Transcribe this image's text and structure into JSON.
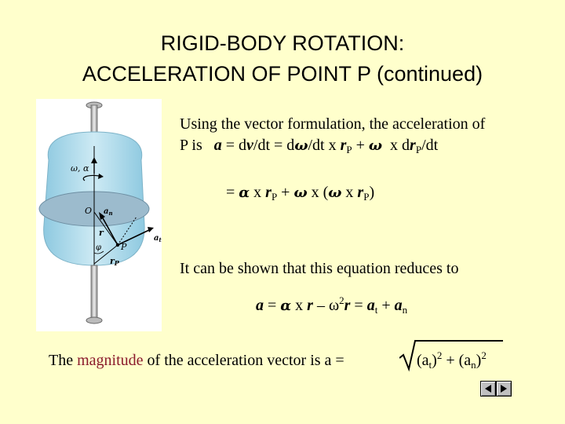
{
  "slide": {
    "title_line1": "RIGID-BODY ROTATION:",
    "title_line2_main": "ACCELERATION OF POINT P",
    "title_line2_suffix": "(continued)"
  },
  "body": {
    "p1_line1": "Using the vector formulation, the acceleration of",
    "p1_line2_prefix": "P is",
    "eq2": {
      "eq": "=",
      "x": "x",
      "plus": "+",
      "open": "(",
      "close": ")",
      "sub_p": "P"
    },
    "p2": "It can be shown that this equation reduces to",
    "magnitude": {
      "before": "The",
      "word": "magnitude",
      "after": "of the acceleration vector is a ="
    }
  },
  "figure": {
    "labels": {
      "omega_alpha": "ω, α",
      "O": "O",
      "an": "a",
      "an_sub": "n",
      "at": "a",
      "at_sub": "t",
      "r": "r",
      "rP": "r",
      "rP_sub": "P",
      "P": "P",
      "phi": "φ"
    }
  },
  "colors": {
    "background": "#FFFFCC",
    "highlight_word": "#8B1A2B",
    "body_fill": "#B3DCEB"
  },
  "nav": {
    "icons": [
      "prev-arrow-icon",
      "next-arrow-icon"
    ]
  }
}
